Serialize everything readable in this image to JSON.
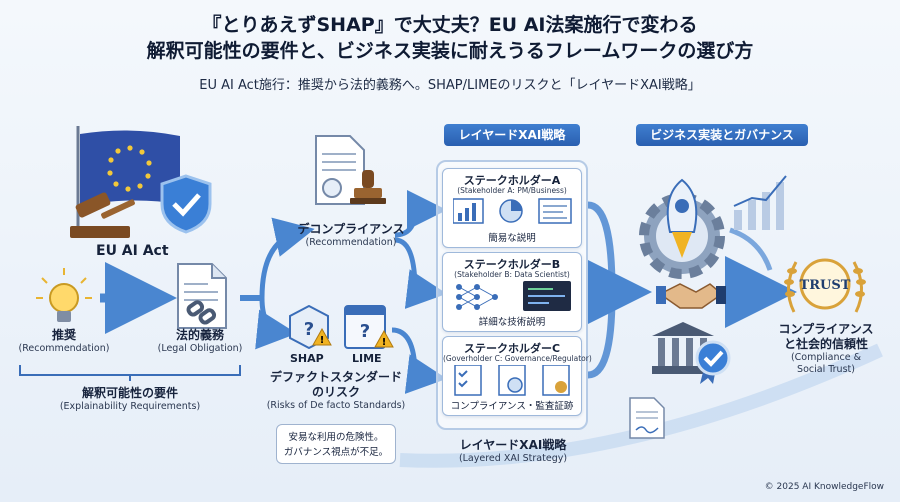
{
  "title": {
    "line1": "『とりあえずSHAP』で大丈夫？EU AI法案施行で変わる",
    "line2": "解釈可能性の要件と、ビジネス実装に耐えうるフレームワークの選び方",
    "subtitle": "EU AI Act施行：推奨から法的義務へ。SHAP/LIMEのリスクと「レイヤードXAI戦略」"
  },
  "eu": {
    "label": "EU AI Act",
    "flag_color": "#2f4fa6",
    "star_color": "#f2c83a"
  },
  "recommendation": {
    "jp": "推奨",
    "en": "(Recommendation)"
  },
  "legal": {
    "jp": "法的義務",
    "en": "(Legal Obligation)"
  },
  "requirements": {
    "jp": "解釈可能性の要件",
    "en": "(Explainability Requirements)"
  },
  "de_compliance": {
    "jp": "デコンプライアンス",
    "en": "(Recommendation)"
  },
  "tools": {
    "shap": "SHAP",
    "lime": "LIME",
    "mark": "?"
  },
  "risks": {
    "jp1": "デファクトスタンダード",
    "jp2": "のリスク",
    "en": "(Risks of De facto Standards)"
  },
  "bubble": {
    "line1": "安易な利用の危険性。",
    "line2": "ガバナンス視点が不足。"
  },
  "layered": {
    "header": "レイヤードXAI戦略",
    "footer_jp": "レイヤードXAI戦略",
    "footer_en": "(Layered XAI Strategy)",
    "cards": [
      {
        "title": "ステークホルダーA",
        "sub": "(Stakeholder A: PM/Business)",
        "foot": "簡易な説明"
      },
      {
        "title": "ステークホルダーB",
        "sub": "(Stakeholder B: Data Scientist)",
        "foot": "詳細な技術説明"
      },
      {
        "title": "ステークホルダーC",
        "sub": "(Goverholder C: Governance/Regulator)",
        "foot": "コンプライアンス・監査証跡"
      }
    ]
  },
  "business": {
    "header": "ビジネス実装とガバナンス"
  },
  "trust": {
    "badge": "TRUST",
    "jp1": "コンプライアンス",
    "jp2": "と社会的信頼性",
    "en1": "(Compliance &",
    "en2": "Social Trust)"
  },
  "copyright": "© 2025 AI KnowledgeFlow",
  "colors": {
    "accent": "#2a5fb0",
    "arrow": "#4a86d0",
    "gold": "#d9a23a",
    "warn": "#f0b323"
  }
}
